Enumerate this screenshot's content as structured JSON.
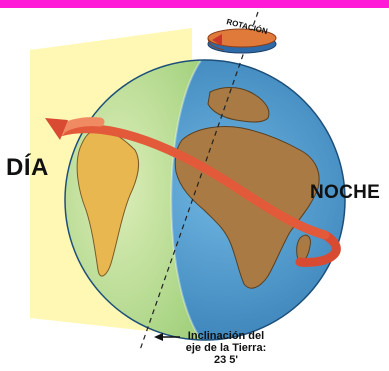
{
  "labels": {
    "day": "DÍA",
    "night": "NOCHE",
    "rotation": "ROTACIÓN",
    "axis_tilt_line1": "Inclinación del",
    "axis_tilt_line2": "eje de la Tierra:",
    "axis_tilt_line3": "23 5'"
  },
  "colors": {
    "top_bar": "#ff1ad8",
    "day_plane": "#fff7a8",
    "ocean_night": "#3b8fc8",
    "ocean_day": "#cfe8a4",
    "land": "#a97a44",
    "land_day": "#e8b74f",
    "arrow": "#e25a3a",
    "rotation_disc": "#2f6aa8"
  }
}
